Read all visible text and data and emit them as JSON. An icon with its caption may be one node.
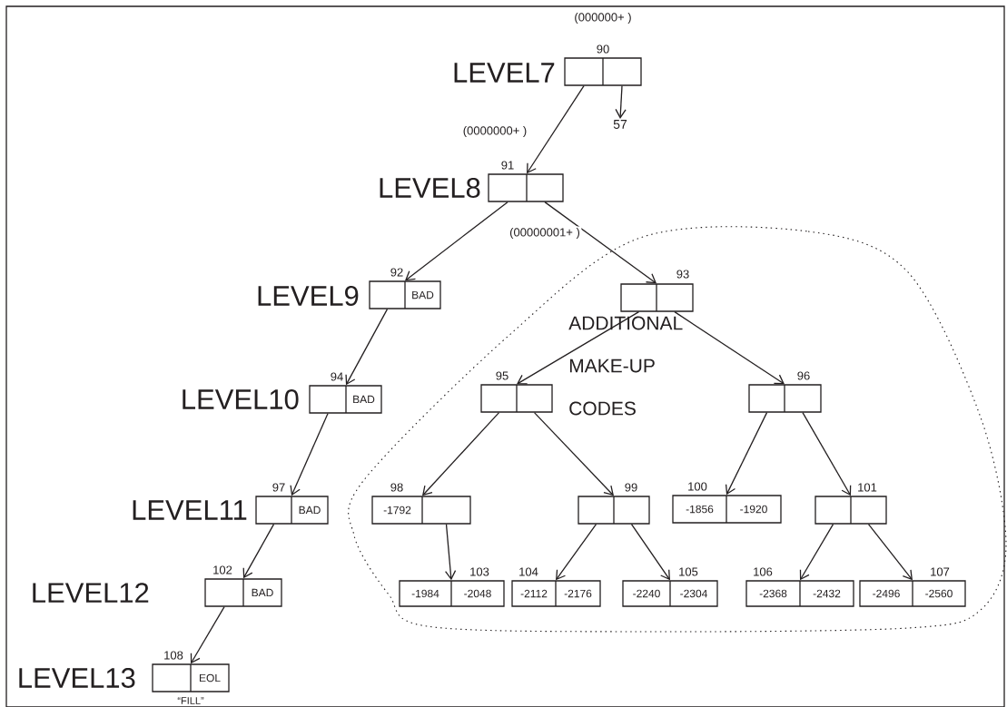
{
  "diagram": {
    "nodes": [
      {
        "text": [],
        "shape": "box",
        "beside": [
          "(000000+ )",
          "90",
          "LEVEL7"
        ]
      },
      {
        "text": [
          "57"
        ]
      },
      {
        "text": [],
        "shape": "box",
        "beside": [
          "91",
          "LEVEL8"
        ]
      },
      {
        "text": [
          "BAD"
        ],
        "beside": [
          "92",
          "LEVEL9"
        ]
      },
      {
        "text": [
          "ADDITIONAL MAKE-UP CODES"
        ]
      },
      {
        "text": [],
        "shape": "box",
        "in": 4,
        "beside": [
          "93"
        ]
      },
      {
        "text": [
          "BAD"
        ],
        "beside": [
          "94",
          "LEVEL10"
        ]
      },
      {
        "text": [],
        "shape": "box",
        "in": 4,
        "beside": [
          "95"
        ]
      },
      {
        "text": [],
        "shape": "box",
        "in": 4,
        "beside": [
          "96"
        ]
      },
      {
        "text": [
          "BAD"
        ],
        "beside": [
          "97",
          "LEVEL11"
        ]
      },
      {
        "text": [
          "-1792"
        ],
        "in": 4,
        "beside": [
          "98"
        ]
      },
      {
        "text": [],
        "shape": "box",
        "in": 4,
        "beside": [
          "99"
        ]
      },
      {
        "text": [
          "-1856",
          "-1920"
        ],
        "in": 4,
        "beside": [
          "100"
        ]
      },
      {
        "text": [],
        "shape": "box",
        "in": 4,
        "beside": [
          "101"
        ]
      },
      {
        "text": [
          "BAD"
        ],
        "beside": [
          "102",
          "LEVEL12"
        ]
      },
      {
        "text": [
          "-1984",
          "-2048"
        ],
        "in": 4,
        "beside": [
          "103"
        ]
      },
      {
        "text": [
          "-2112",
          "-2176"
        ],
        "in": 4,
        "beside": [
          "104"
        ]
      },
      {
        "text": [
          "-2240",
          "-2304"
        ],
        "in": 4,
        "beside": [
          "105"
        ]
      },
      {
        "text": [
          "-2368",
          "-2432"
        ],
        "in": 4,
        "beside": [
          "106"
        ]
      },
      {
        "text": [
          "-2496",
          "-2560"
        ],
        "in": 4,
        "beside": [
          "107"
        ]
      },
      {
        "text": [
          "EOL"
        ],
        "beside": [
          "108",
          "LEVEL13",
          "“FILL”"
        ]
      }
    ],
    "edges": [
      {
        "from": 0,
        "to": 2,
        "arrow": "to",
        "label": "(0000000+ )"
      },
      {
        "from": 0,
        "to": 1,
        "arrow": "to"
      },
      {
        "from": 2,
        "to": 3,
        "arrow": "to"
      },
      {
        "from": 2,
        "to": 5,
        "arrow": "to",
        "label": "(00000001+ )"
      },
      {
        "from": 3,
        "to": 6,
        "arrow": "to"
      },
      {
        "from": 6,
        "to": 9,
        "arrow": "to"
      },
      {
        "from": 9,
        "to": 14,
        "arrow": "to"
      },
      {
        "from": 14,
        "to": 20,
        "arrow": "to"
      },
      {
        "from": 5,
        "to": 7,
        "arrow": "to"
      },
      {
        "from": 5,
        "to": 8,
        "arrow": "to"
      },
      {
        "from": 7,
        "to": 10,
        "arrow": "to"
      },
      {
        "from": 7,
        "to": 11,
        "arrow": "to"
      },
      {
        "from": 8,
        "to": 12,
        "arrow": "to"
      },
      {
        "from": 8,
        "to": 13,
        "arrow": "to"
      },
      {
        "from": 10,
        "to": 15,
        "arrow": "to"
      },
      {
        "from": 11,
        "to": 16,
        "arrow": "to"
      },
      {
        "from": 11,
        "to": 17,
        "arrow": "to"
      },
      {
        "from": 13,
        "to": 18,
        "arrow": "to"
      },
      {
        "from": 13,
        "to": 19,
        "arrow": "to"
      }
    ]
  }
}
